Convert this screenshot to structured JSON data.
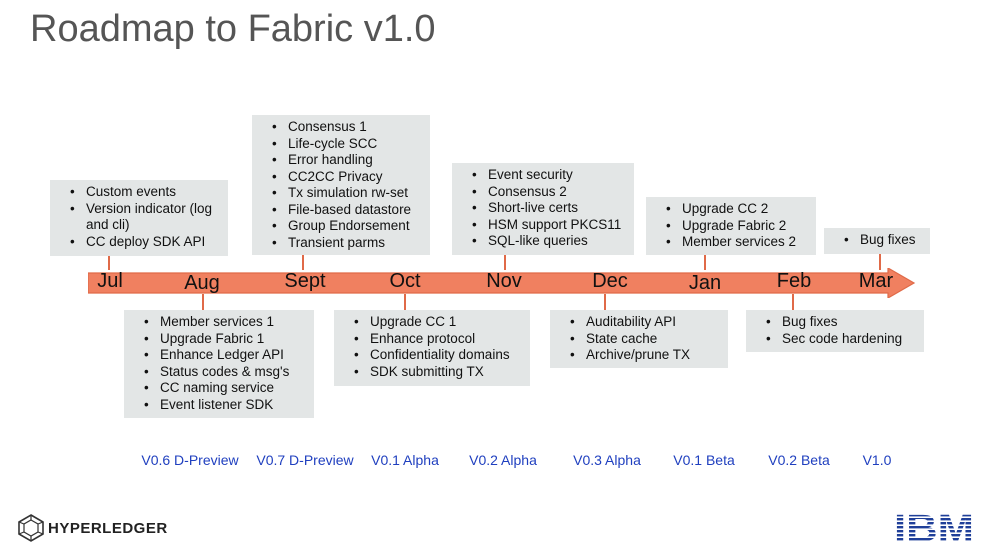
{
  "title": "Roadmap to Fabric v1.0",
  "months": [
    "Jul",
    "Aug",
    "Sept",
    "Oct",
    "Nov",
    "Dec",
    "Jan",
    "Feb",
    "Mar"
  ],
  "above_boxes": {
    "jul": [
      "Custom events",
      "Version indicator (log and cli)",
      "CC deploy SDK API"
    ],
    "sept": [
      "Consensus 1",
      "Life-cycle SCC",
      "Error handling",
      "CC2CC Privacy",
      "Tx simulation rw-set",
      "File-based datastore",
      "Group Endorsement",
      "Transient parms"
    ],
    "nov": [
      "Event security",
      "Consensus 2",
      "Short-live certs",
      "HSM support PKCS11",
      "SQL-like queries"
    ],
    "jan": [
      "Upgrade CC 2",
      "Upgrade Fabric 2",
      "Member services 2"
    ],
    "mar": [
      "Bug fixes"
    ]
  },
  "below_boxes": {
    "aug": [
      "Member services 1",
      "Upgrade Fabric 1",
      "Enhance Ledger API",
      "Status codes & msg's",
      "CC naming service",
      "Event listener SDK"
    ],
    "oct": [
      "Upgrade CC 1",
      "Enhance protocol",
      "Confidentiality domains",
      "SDK submitting TX"
    ],
    "dec": [
      "Auditability API",
      "State cache",
      "Archive/prune TX"
    ],
    "feb": [
      "Bug fixes",
      "Sec code hardening"
    ]
  },
  "versions": [
    "V0.6 D-Preview",
    "V0.7 D-Preview",
    "V0.1 Alpha",
    "V0.2 Alpha",
    "V0.3 Alpha",
    "V0.1 Beta",
    "V0.2 Beta",
    "V1.0"
  ],
  "logos": {
    "hyperledger": "HYPERLEDGER",
    "ibm": "IBM"
  },
  "colors": {
    "arrow": "#f08060",
    "arrow_edge": "#e06a48",
    "version_text": "#1f3fbf",
    "box_fill": "#e3e6e6"
  }
}
